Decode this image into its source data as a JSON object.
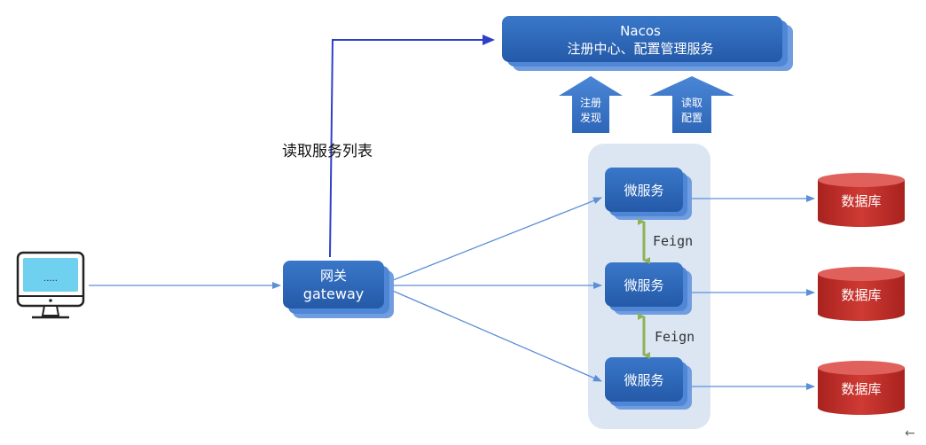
{
  "nacos": {
    "title": "Nacos",
    "subtitle": "注册中心、配置管理服务"
  },
  "arrows_up": [
    {
      "line1": "注册",
      "line2": "发现"
    },
    {
      "line1": "读取",
      "line2": "配置"
    }
  ],
  "client_link_label": "读取服务列表",
  "gateway": {
    "line1": "网关",
    "line2": "gateway"
  },
  "microservices": [
    "微服务",
    "微服务",
    "微服务"
  ],
  "feign_labels": [
    "Feign",
    "Feign"
  ],
  "databases": [
    "数据库",
    "数据库",
    "数据库"
  ],
  "corner_glyph": "←",
  "colors": {
    "box_blue": "#2e66b8",
    "box_shadow": "#4f86d6",
    "panel_bg": "#dce6f2",
    "db_red": "#c0302b",
    "db_top": "#e0605b",
    "link_blue": "#5b8fd6",
    "dark_arrow": "#2f3fc8",
    "feign_green": "#8db35a",
    "screen_fill": "#6fd0f0"
  }
}
